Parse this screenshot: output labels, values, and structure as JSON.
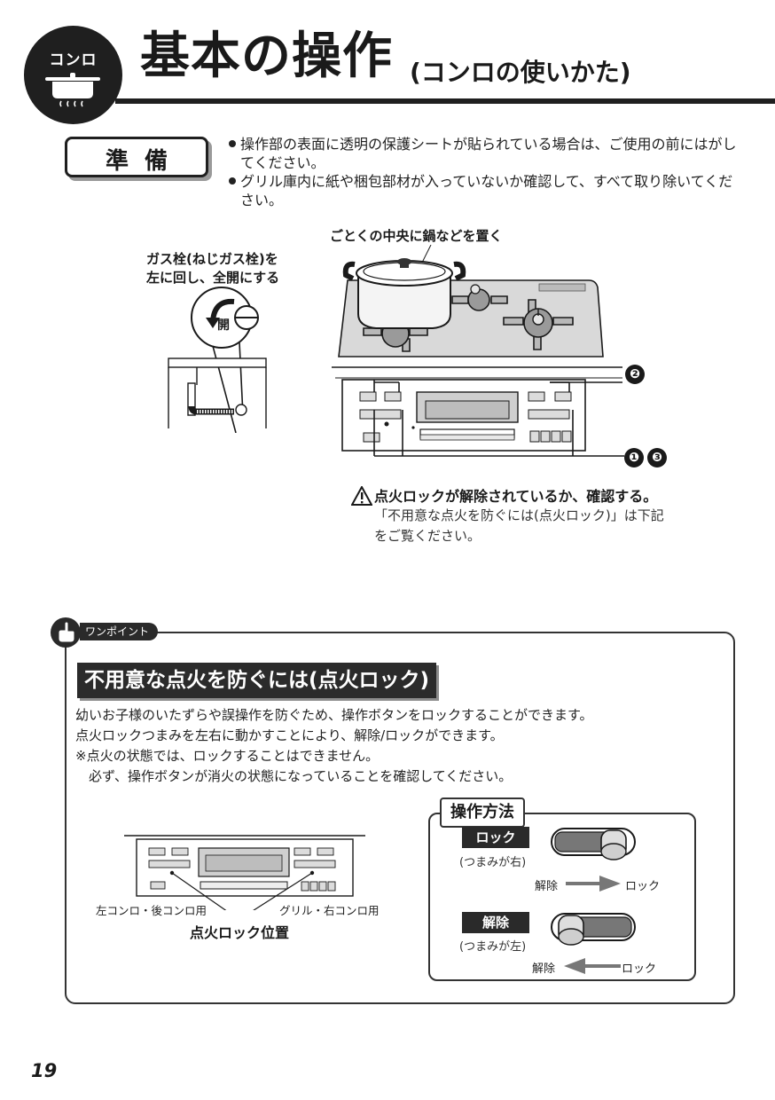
{
  "header": {
    "badge": "コンロ",
    "title": "基本の操作",
    "subtitle": "(コンロの使いかた)"
  },
  "preparation": {
    "label": "準備",
    "items": [
      "操作部の表面に透明の保護シートが貼られている場合は、ご使用の前にはがしてください。",
      "グリル庫内に紙や梱包部材が入っていないか確認して、すべて取り除いてください。"
    ]
  },
  "figure": {
    "gas_valve_label": [
      "ガス栓(ねじガス栓)を",
      "左に回し、全開にする"
    ],
    "open_label": "開",
    "pot_label": "ごとくの中央に鍋などを置く",
    "callout_2": "❷",
    "callout_1": "❶",
    "callout_3": "❸"
  },
  "warning": {
    "icon": "warning-triangle-icon",
    "heading": "点火ロックが解除されているか、確認する。",
    "body": "「不用意な点火を防ぐには(点火ロック)」は下記をご覧ください。"
  },
  "one_point": {
    "tag": "ワンポイント",
    "heading": "不用意な点火を防ぐには(点火ロック)",
    "lines": [
      "幼いお子様のいたずらや誤操作を防ぐため、操作ボタンをロックすることができます。",
      "点火ロックつまみを左右に動かすことにより、解除/ロックができます。",
      "※点火の状態では、ロックすることはできません。",
      "　必ず、操作ボタンが消火の状態になっていることを確認してください。"
    ],
    "panel_left_caption": "左コンロ・後コンロ用",
    "panel_right_caption": "グリル・右コンロ用",
    "lock_position_label": "点火ロック位置",
    "method": {
      "title": "操作方法",
      "lock": {
        "label": "ロック",
        "note": "(つまみが右)",
        "from": "解除",
        "to": "ロック"
      },
      "release": {
        "label": "解除",
        "note": "(つまみが左)",
        "from": "解除",
        "to": "ロック"
      }
    }
  },
  "page_number": "19"
}
